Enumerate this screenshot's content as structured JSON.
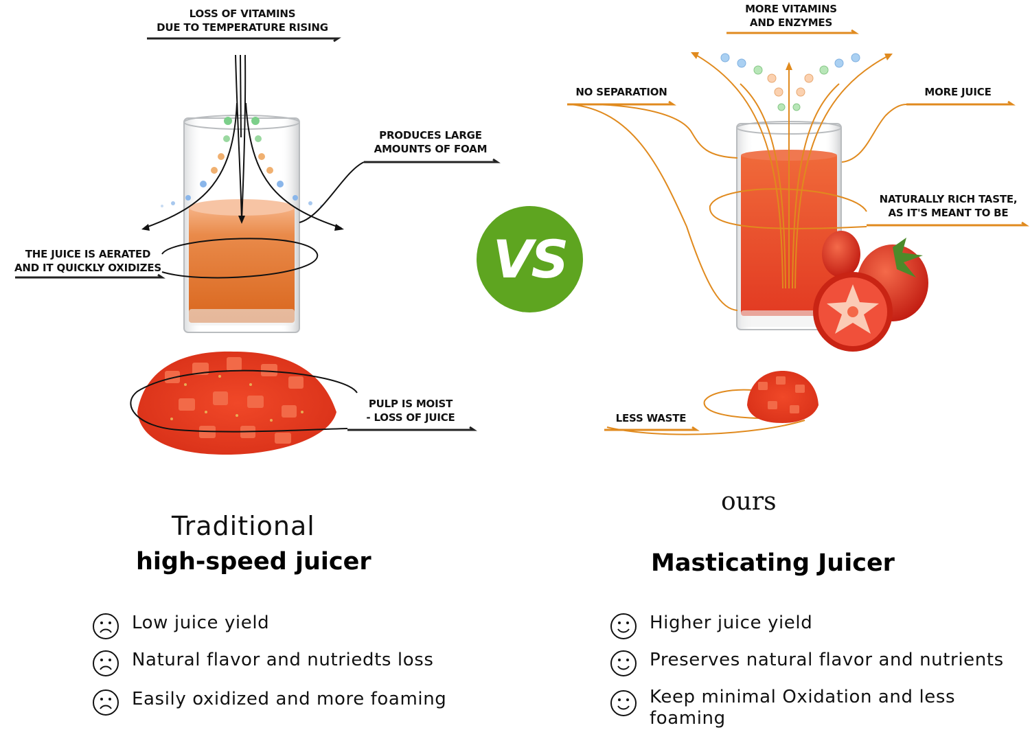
{
  "left": {
    "callouts": {
      "vitamins_loss": [
        "LOSS OF VITAMINS",
        "DUE TO TEMPERATURE RISING"
      ],
      "foam": [
        "PRODUCES LARGE",
        "AMOUNTS OF FOAM"
      ],
      "aerated": [
        "THE JUICE IS AERATED",
        "AND IT QUICKLY OXIDIZES"
      ],
      "pulp": [
        "PULP IS MOIST",
        "- LOSS OF JUICE"
      ]
    },
    "heading_line1": "Traditional",
    "heading_line2": "high-speed juicer",
    "points": [
      {
        "icon": "sad-face-icon",
        "text": "Low juice yield"
      },
      {
        "icon": "sad-face-icon",
        "text": "Natural flavor and nutriedts loss"
      },
      {
        "icon": "sad-face-icon",
        "text": "Easily oxidized and more foaming"
      }
    ]
  },
  "badge": {
    "text": "VS",
    "color": "#5ea520"
  },
  "right": {
    "callouts": {
      "vitamins_more": [
        "MORE VITAMINS",
        "AND ENZYMES"
      ],
      "no_separation": [
        "NO SEPARATION"
      ],
      "more_juice": [
        "MORE JUICE"
      ],
      "rich_taste": [
        "NATURALLY RICH TASTE,",
        "AS IT'S MEANT TO BE"
      ],
      "less_waste": [
        "LESS WASTE"
      ]
    },
    "label_ours": "ours",
    "heading": "Masticating Juicer",
    "points": [
      {
        "icon": "smile-face-icon",
        "text": "Higher juice yield"
      },
      {
        "icon": "smile-face-icon",
        "text": "Preserves natural flavor and nutrients"
      },
      {
        "icon": "smile-face-icon",
        "text": "Keep minimal Oxidation and less foaming"
      }
    ]
  },
  "colors": {
    "accent_orange": "#e08a1e",
    "line_dark": "#222222",
    "juice_left": "#e0702a",
    "juice_right": "#e8442a",
    "tomato": "#e0301e"
  }
}
